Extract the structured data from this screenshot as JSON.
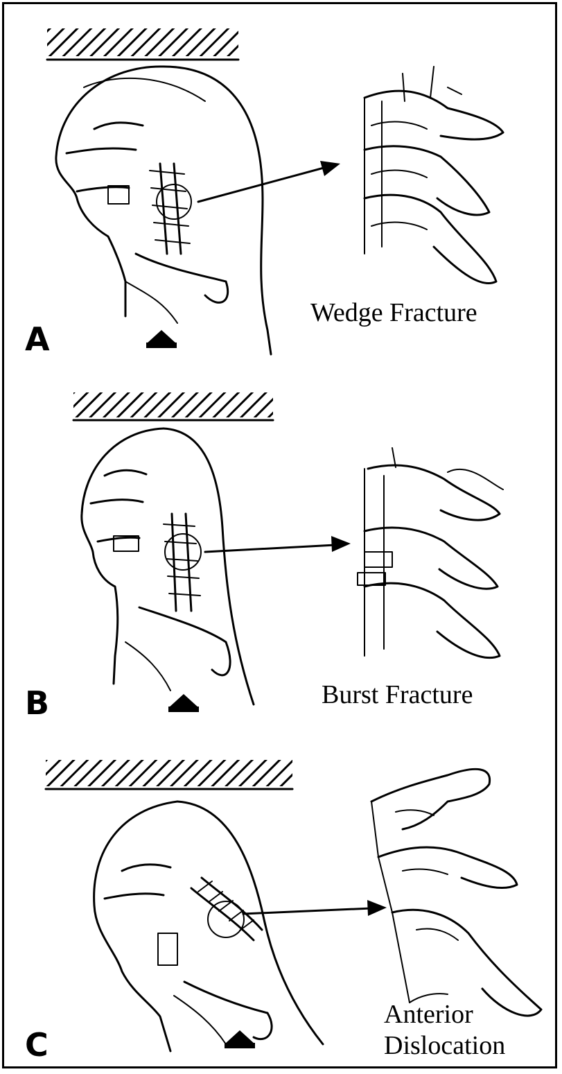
{
  "panels": [
    {
      "letter": "A",
      "caption": "Wedge Fracture"
    },
    {
      "letter": "B",
      "caption": "Burst Fracture"
    },
    {
      "letter": "C",
      "caption_line1": "Anterior",
      "caption_line2": "Dislocation"
    }
  ],
  "icons": {
    "plate": "hatched-plate-icon",
    "skull": "skull-profile-icon",
    "arrow": "pointer-arrow-icon",
    "vertebrae": "vertebrae-detail-icon",
    "force": "upward-force-arrowhead-icon"
  }
}
